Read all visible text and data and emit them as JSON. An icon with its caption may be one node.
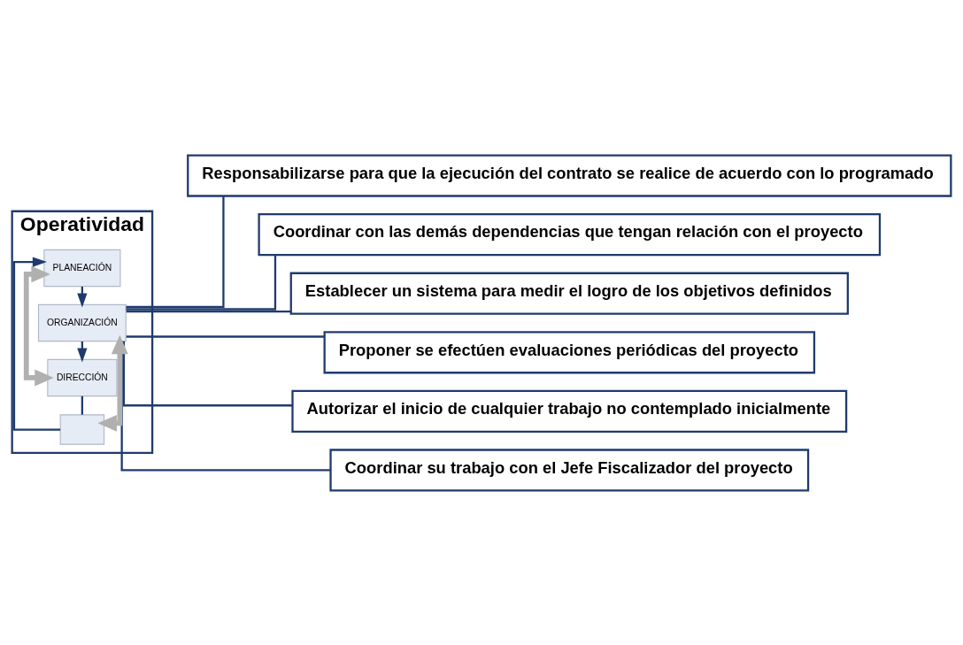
{
  "diagram": {
    "nodes": [
      {
        "text": [
          "Operatividad"
        ]
      },
      {
        "text": [
          "PLANEACIÓN"
        ],
        "in": 0
      },
      {
        "text": [
          "ORGANIZACIÓN"
        ],
        "in": 0
      },
      {
        "text": [
          "DIRECCIÓN"
        ],
        "in": 0
      },
      {
        "text": [],
        "shape": "box",
        "in": 0
      },
      {
        "text": [
          "Responsabilizarse para que la ejecución del contrato se realice de acuerdo con lo programado"
        ]
      },
      {
        "text": [
          "Coordinar con las demás dependencias que tengan relación con el proyecto"
        ]
      },
      {
        "text": [
          "Establecer un sistema para medir el logro de los objetivos definidos"
        ]
      },
      {
        "text": [
          "Proponer se efectúen evaluaciones periódicas del proyecto"
        ]
      },
      {
        "text": [
          "Autorizar el inicio de cualquier trabajo no contemplado inicialmente"
        ]
      },
      {
        "text": [
          "Coordinar su trabajo con el Jefe Fiscalizador del proyecto"
        ]
      }
    ],
    "edges": [
      {
        "from": 1,
        "to": 2,
        "arrow": "to"
      },
      {
        "from": 2,
        "to": 3,
        "arrow": "to"
      },
      {
        "from": 3,
        "to": 4,
        "arrow": "none"
      },
      {
        "from": 4,
        "to": 1,
        "arrow": "to"
      },
      {
        "from": 4,
        "to": 2,
        "arrow": "both",
        "style": "thick",
        "color": "#b0b0b0"
      },
      {
        "from": 1,
        "to": 3,
        "arrow": "both",
        "style": "thick",
        "color": "#b0b0b0"
      },
      {
        "from": 2,
        "to": 5,
        "arrow": "none"
      },
      {
        "from": 2,
        "to": 6,
        "arrow": "none"
      },
      {
        "from": 2,
        "to": 7,
        "arrow": "none"
      },
      {
        "from": 2,
        "to": 8,
        "arrow": "none"
      },
      {
        "from": 2,
        "to": 9,
        "arrow": "none"
      },
      {
        "from": 2,
        "to": 10,
        "arrow": "none"
      }
    ]
  }
}
